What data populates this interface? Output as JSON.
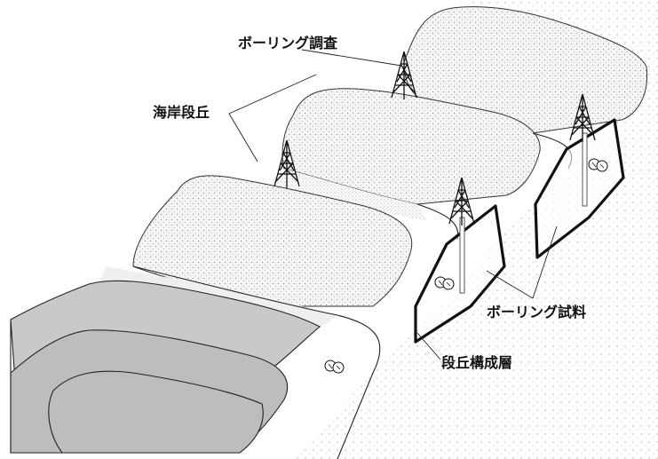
{
  "labels": {
    "boring_survey": "ボーリング調査",
    "marine_terrace": "海岸段丘",
    "boring_sample": "ボーリング試料",
    "terrace_deposit": "段丘構成層"
  },
  "colors": {
    "ink": "#111111",
    "sea": "#c9c9c9",
    "terrace_dots": "#8a8a8a",
    "background": "#ffffff"
  },
  "icons": [
    "drilling-tower-icon",
    "shell-fossil-icon"
  ]
}
